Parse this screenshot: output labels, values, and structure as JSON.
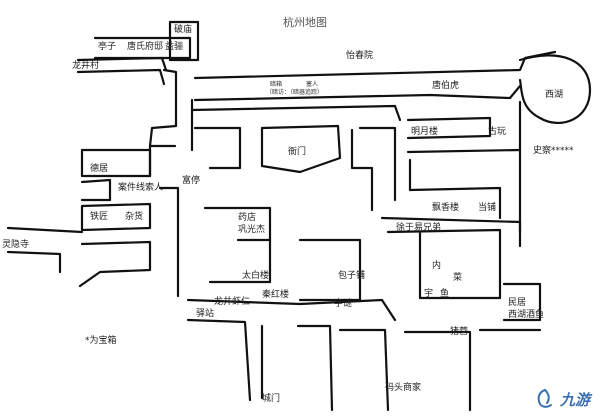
{
  "map": {
    "title": "杭州地图",
    "labels": {
      "shop_shop": "破庙",
      "tingzi": "亭子",
      "tang_residence": "唐氏府邸",
      "dengyang": "益骊",
      "longjing_village": "龙井村",
      "yichun_courtyard": "怡春院",
      "tang_bohu": "唐伯虎",
      "west_lake": "西湖",
      "note_left": "暗箱",
      "note_mid": "塞人",
      "note_sub": "（暗访：（暗器追踪）",
      "mingyue_tower": "明月楼",
      "antique_shop": "古玩",
      "history_dots": "史察*****",
      "yamen": "衙门",
      "deli": "德居",
      "case_threads": "案件线索人",
      "blacksmith": "铁匠",
      "grocery": "杂货",
      "fuchen": "富停",
      "drug_store": "药店\n巩光杰",
      "powder_shop": "飘香楼",
      "pawn_shop": "当铺",
      "xu_brothers": "徐于易兄弟",
      "linyin_temple": "灵隐寺",
      "taibai_tower": "太白楼",
      "baozi_shop": "包子铺",
      "inner_lane": "内",
      "lane_char": "菜",
      "minguo": "民居\n西湖酒鱼",
      "longjing_jiaren": "龙井虾仁",
      "qin_mansion": "秦红楼",
      "zi_jian": "字谜",
      "fish_char_1": "宇",
      "fish_char_2": "鱼",
      "post_station": "驿站",
      "pig_market": "猪营",
      "treasure_box": "*为宝箱",
      "city_gate": "城门",
      "dock_merchant": "码头商家"
    },
    "watermark": {
      "text": "九游",
      "icon": "jiuyou-logo-icon"
    }
  }
}
